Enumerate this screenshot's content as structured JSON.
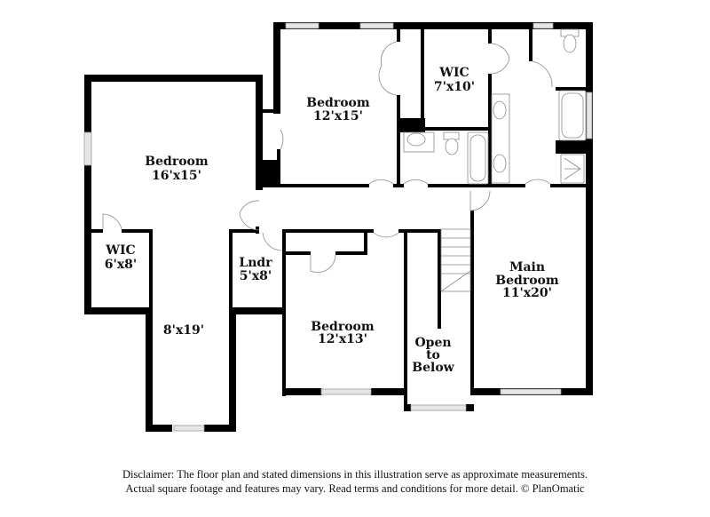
{
  "floor_plan": {
    "rooms": [
      {
        "id": "bedroom-1",
        "name": "Bedroom",
        "dimensions": "16'x15'"
      },
      {
        "id": "wic-1",
        "name": "WIC",
        "dimensions": "6'x8'"
      },
      {
        "id": "hall-1",
        "name": "",
        "dimensions": "8'x19'"
      },
      {
        "id": "bedroom-2",
        "name": "Bedroom",
        "dimensions": "12'x15'"
      },
      {
        "id": "wic-2",
        "name": "WIC",
        "dimensions": "7'x10'"
      },
      {
        "id": "laundry",
        "name": "Lndr",
        "dimensions": "5'x8'"
      },
      {
        "id": "bedroom-3",
        "name": "Bedroom",
        "dimensions": "12'x13'"
      },
      {
        "id": "open-below",
        "name_lines": [
          "Open",
          "to",
          "Below"
        ]
      },
      {
        "id": "main-bedroom",
        "name_lines": [
          "Main",
          "Bedroom"
        ],
        "dimensions": "11'x20'"
      }
    ]
  },
  "disclaimer": {
    "line1": "Disclaimer: The floor plan and stated dimensions in this illustration serve as approximate measurements.",
    "line2": "Actual square footage and features may vary. Read terms and conditions for more detail. © PlanOmatic"
  },
  "colors": {
    "wall": "#000000",
    "background": "#ffffff",
    "window": "#e6e6e6"
  }
}
